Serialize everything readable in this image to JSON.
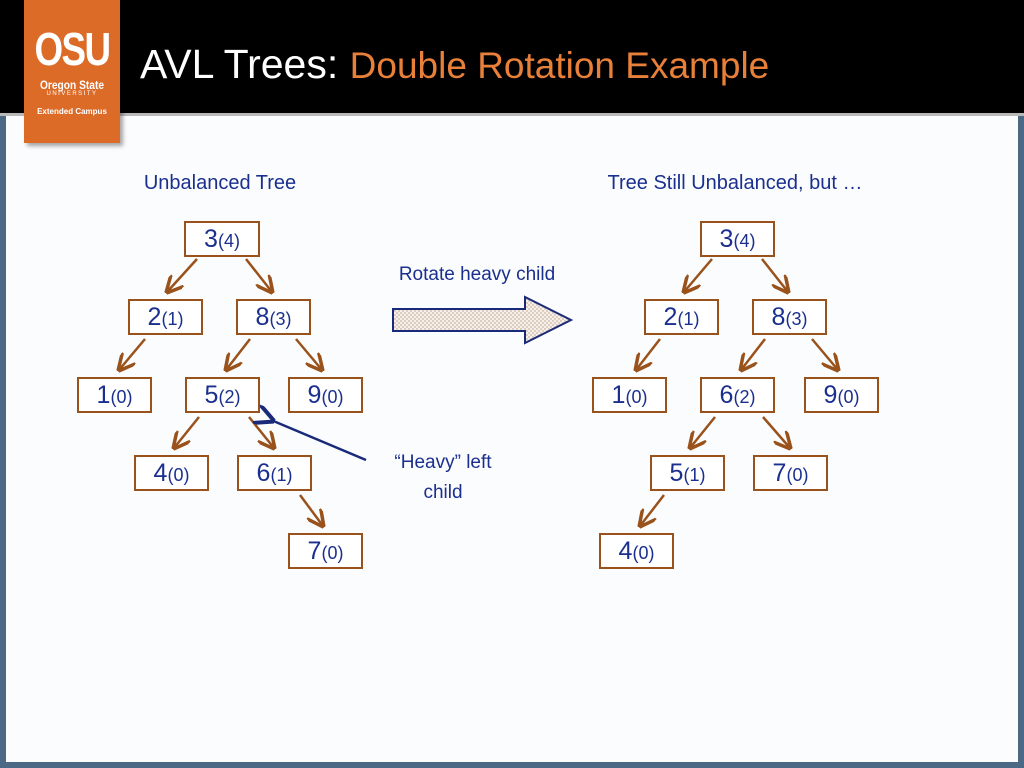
{
  "header": {
    "title_main": "AVL Trees:",
    "title_sub": "Double Rotation Example",
    "logo": {
      "abbr": "OSU",
      "name": "Oregon State",
      "university": "UNIVERSITY",
      "campus": "Extended Campus"
    }
  },
  "left_tree": {
    "caption": "Unbalanced Tree",
    "nodes": [
      {
        "key": "3",
        "height": "(4)"
      },
      {
        "key": "2",
        "height": "(1)"
      },
      {
        "key": "8",
        "height": "(3)"
      },
      {
        "key": "1",
        "height": "(0)"
      },
      {
        "key": "5",
        "height": "(2)"
      },
      {
        "key": "9",
        "height": "(0)"
      },
      {
        "key": "4",
        "height": "(0)"
      },
      {
        "key": "6",
        "height": "(1)"
      },
      {
        "key": "7",
        "height": "(0)"
      }
    ]
  },
  "right_tree": {
    "caption": "Tree Still Unbalanced, but …",
    "nodes": [
      {
        "key": "3",
        "height": "(4)"
      },
      {
        "key": "2",
        "height": "(1)"
      },
      {
        "key": "8",
        "height": "(3)"
      },
      {
        "key": "1",
        "height": "(0)"
      },
      {
        "key": "6",
        "height": "(2)"
      },
      {
        "key": "9",
        "height": "(0)"
      },
      {
        "key": "5",
        "height": "(1)"
      },
      {
        "key": "7",
        "height": "(0)"
      },
      {
        "key": "4",
        "height": "(0)"
      }
    ]
  },
  "arrow_label": "Rotate heavy child",
  "heavy_note": {
    "line1": "“Heavy” left",
    "line2": "child"
  },
  "colors": {
    "node_border": "#9a521c",
    "text": "#1a2f8e",
    "title_accent": "#e8803a",
    "logo_bg": "#dc6b28"
  }
}
